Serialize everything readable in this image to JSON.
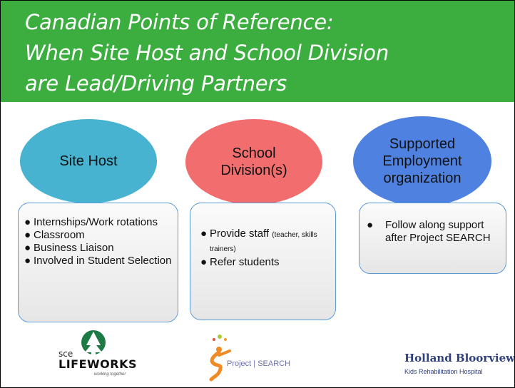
{
  "title": {
    "line1": "Canadian Points of Reference:",
    "line2": "When Site Host and School Division",
    "line3": "are Lead/Driving Partners"
  },
  "colors": {
    "title_bar": "#3cae3f",
    "site_host": "#47b3d0",
    "school_division": "#f26d6d",
    "supported_employment": "#4f81e0",
    "card_border": "#5b9bd5"
  },
  "partners": [
    {
      "label": "Site Host",
      "items": [
        "Internships/Work rotations",
        "Classroom",
        "Business Liaison",
        "Involved in Student Selection"
      ]
    },
    {
      "label_line1": "School",
      "label_line2": "Division(s)",
      "item1_main": "Provide staff ",
      "item1_note": "(teacher, skills trainers)",
      "item2": "Refer students"
    },
    {
      "label_line1": "Supported",
      "label_line2": "Employment",
      "label_line3": "organization",
      "item1": "Follow along support after Project SEARCH"
    }
  ],
  "bullet": "●",
  "logos": {
    "sce_lifeworks": {
      "prefix": "sce",
      "name": "LIFEWORKS",
      "tagline": "working together"
    },
    "project_search": {
      "text": "Project | SEARCH"
    },
    "holland_bloorview": {
      "name": "Holland Bloorview",
      "subtitle": "Kids Rehabilitation Hospital"
    }
  }
}
